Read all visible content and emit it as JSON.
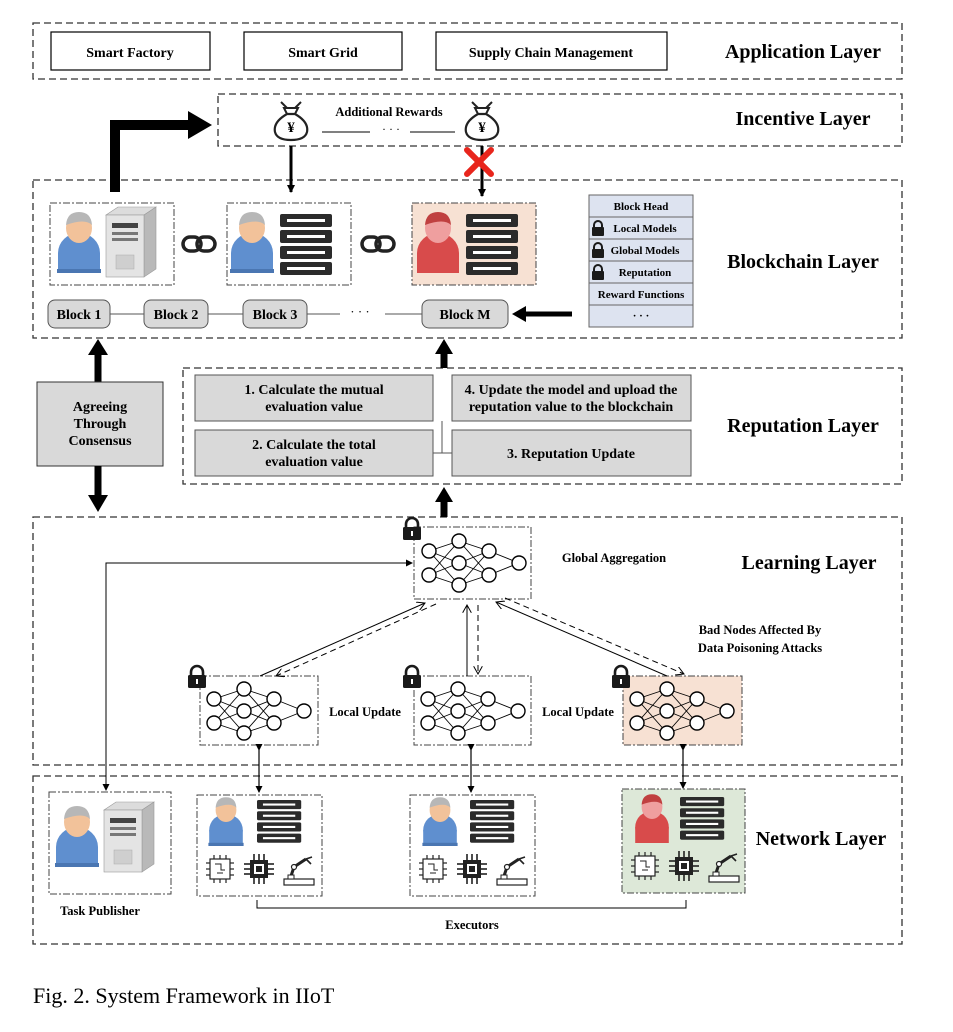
{
  "layers": {
    "application": "Application Layer",
    "incentive": "Incentive Layer",
    "blockchain": "Blockchain Layer",
    "reputation": "Reputation Layer",
    "learning": "Learning Layer",
    "network": "Network Layer"
  },
  "application": {
    "items": [
      "Smart Factory",
      "Smart Grid",
      "Supply Chain Management"
    ]
  },
  "incentive": {
    "rewards_label": "Additional Rewards",
    "ellipsis": "· · ·",
    "money_symbol": "¥"
  },
  "blockchain": {
    "blocks": [
      "Block 1",
      "Block 2",
      "Block 3",
      "Block M"
    ],
    "ellipsis": "· · ·",
    "block_structure": [
      "Block Head",
      "Local Models",
      "Global Models",
      "Reputation",
      "Reward Functions",
      "· · ·"
    ]
  },
  "consensus": {
    "lines": [
      "Agreeing",
      "Through",
      "Consensus"
    ]
  },
  "reputation": {
    "step1": [
      "1. Calculate the mutual",
      "evaluation value"
    ],
    "step2": [
      "2. Calculate the total",
      "evaluation value"
    ],
    "step3": "3. Reputation Update",
    "step4": [
      "4. Update the model and upload the",
      "reputation value to the blockchain"
    ]
  },
  "learning": {
    "global_aggregation": "Global Aggregation",
    "local_update": "Local Update",
    "bad_nodes": [
      "Bad Nodes Affected By",
      "Data Poisoning Attacks"
    ]
  },
  "network": {
    "task_publisher": "Task Publisher",
    "executors": "Executors"
  },
  "caption": "Fig. 2.  System Framework in IIoT",
  "colors": {
    "malicious_fill": "#f7e1d3",
    "process_box": "#d9d9d9",
    "block_box": "#d9d9d9",
    "structure_fill": "#dde3f0",
    "cross": "#e8251c",
    "user_blue": "#6b9bd2",
    "user_red": "#e05a5a"
  }
}
